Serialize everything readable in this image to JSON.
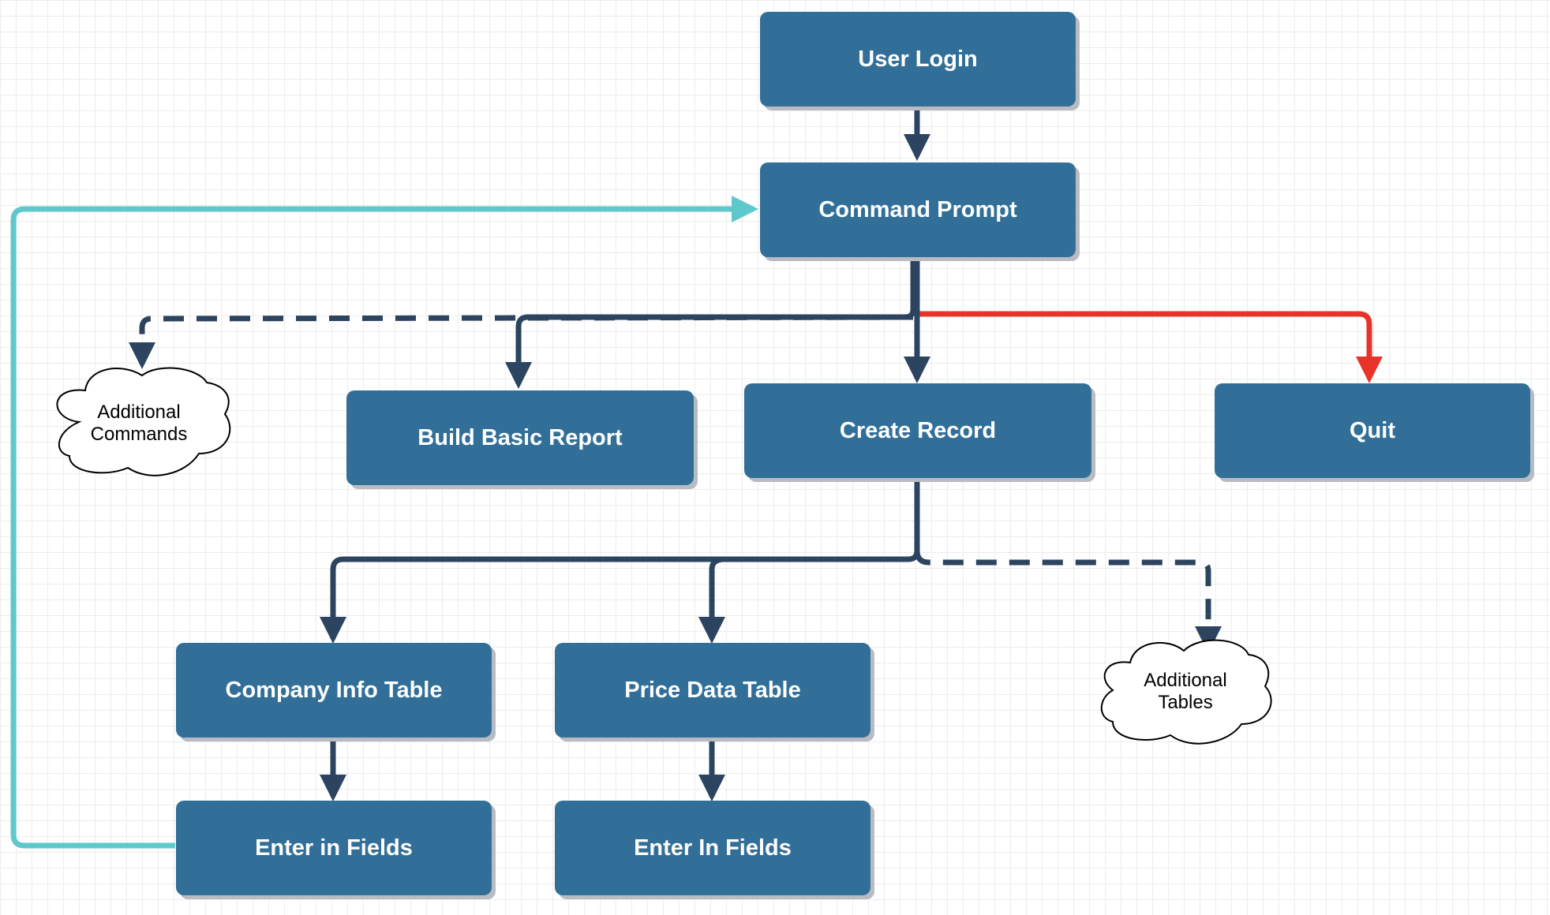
{
  "diagram": {
    "nodes": {
      "user_login": "User Login",
      "command_prompt": "Command Prompt",
      "build_basic_report": "Build Basic Report",
      "create_record": "Create Record",
      "quit": "Quit",
      "company_info_table": "Company Info Table",
      "price_data_table": "Price Data Table",
      "enter_in_fields_company": "Enter in Fields",
      "enter_in_fields_price": "Enter In Fields"
    },
    "clouds": {
      "additional_commands": [
        "Additional",
        "Commands"
      ],
      "additional_tables": [
        "Additional",
        "Tables"
      ]
    },
    "edges": [
      {
        "from": "User Login",
        "to": "Command Prompt",
        "style": "solid"
      },
      {
        "from": "Command Prompt",
        "to": "Additional Commands",
        "style": "dashed"
      },
      {
        "from": "Command Prompt",
        "to": "Build Basic Report",
        "style": "solid"
      },
      {
        "from": "Command Prompt",
        "to": "Create Record",
        "style": "solid"
      },
      {
        "from": "Command Prompt",
        "to": "Quit",
        "style": "solid"
      },
      {
        "from": "Create Record",
        "to": "Company Info Table",
        "style": "solid"
      },
      {
        "from": "Create Record",
        "to": "Price Data Table",
        "style": "solid"
      },
      {
        "from": "Create Record",
        "to": "Additional Tables",
        "style": "dashed"
      },
      {
        "from": "Company Info Table",
        "to": "Enter in Fields",
        "style": "solid"
      },
      {
        "from": "Price Data Table",
        "to": "Enter In Fields",
        "style": "solid"
      },
      {
        "from": "Enter in Fields",
        "to": "Command Prompt",
        "style": "solid"
      }
    ],
    "colors": {
      "box_fill": "#326f98",
      "edge_main": "#2c4460",
      "edge_quit": "#e8332a",
      "edge_loop": "#5ec8cc",
      "cloud_fill": "#ffffff",
      "cloud_stroke": "#000000"
    }
  }
}
